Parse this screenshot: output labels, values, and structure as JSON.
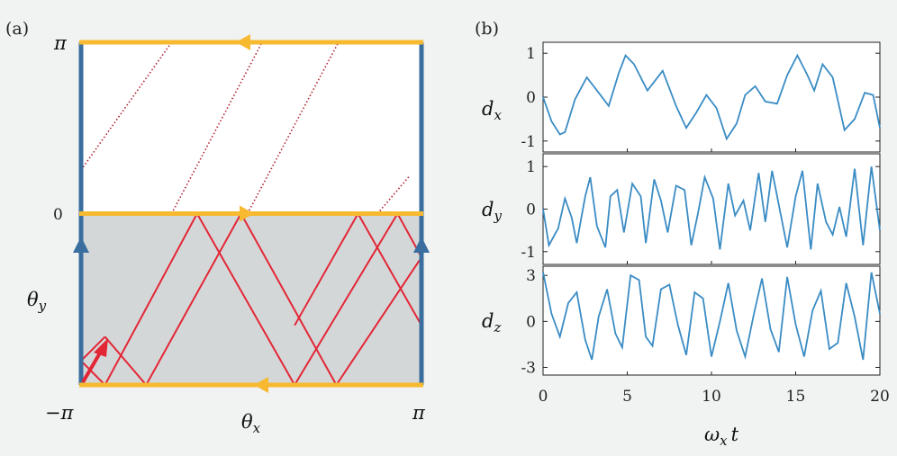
{
  "chart_data": [
    {
      "panel": "(a)",
      "type": "diagram",
      "xlabel": "θ",
      "xlabel_sub": "x",
      "ylabel": "θ",
      "ylabel_sub": "y",
      "x_ticks": [
        "−π",
        "π"
      ],
      "y_ticks": [
        "π",
        "0",
        "−π"
      ],
      "xlim": [
        -3.1416,
        3.1416
      ],
      "ylim": [
        -3.1416,
        3.1416
      ],
      "region_shaded": [
        -3.1416,
        0
      ],
      "colors": {
        "horizontal_boundary": "#f6b92f",
        "vertical_boundary": "#3a6e9e",
        "shaded_region": "#d4d7d8",
        "trajectory": "#e32636",
        "dotted_trajectory": "#b0202f",
        "background": "#ffffff"
      },
      "solid_segments": [
        [
          [
            -3.1416,
            -2.7
          ],
          [
            -2.7,
            -3.1416
          ]
        ],
        [
          [
            -3.1416,
            -2.7
          ],
          [
            -2.7,
            -2.2584
          ]
        ],
        [
          [
            -2.7,
            -3.1416
          ],
          [
            -1.0,
            0.0
          ]
        ],
        [
          [
            -2.7,
            -2.2584
          ],
          [
            -1.94,
            -3.1416
          ]
        ],
        [
          [
            -1.94,
            -3.1416
          ],
          [
            -0.19,
            0.0
          ]
        ],
        [
          [
            -1.0,
            0.0
          ],
          [
            0.8,
            -3.1416
          ]
        ],
        [
          [
            -0.19,
            0.0
          ],
          [
            1.57,
            -3.1416
          ]
        ],
        [
          [
            0.8,
            -3.1416
          ],
          [
            2.7,
            0.0
          ]
        ],
        [
          [
            1.57,
            -3.1416
          ],
          [
            3.1416,
            -0.8
          ]
        ],
        [
          [
            2.7,
            0.0
          ],
          [
            3.1416,
            -0.8
          ]
        ],
        [
          [
            1.97,
            0.0
          ],
          [
            3.1416,
            -2.05
          ]
        ],
        [
          [
            1.97,
            0.0
          ],
          [
            0.8,
            -2.05
          ]
        ]
      ],
      "dotted_segments": [
        [
          [
            -3.1416,
            0.8
          ],
          [
            -1.47,
            3.1416
          ]
        ],
        [
          [
            -1.47,
            0.0
          ],
          [
            0.2,
            3.1416
          ]
        ],
        [
          [
            -0.07,
            0.0
          ],
          [
            1.61,
            3.1416
          ]
        ],
        [
          [
            2.33,
            0.0
          ],
          [
            2.93,
            0.7
          ]
        ],
        [
          [
            1.61,
            3.1416
          ],
          [
            1.61,
            3.1416
          ]
        ]
      ],
      "arrows": {
        "top_edge": "left",
        "middle_edge": "right",
        "bottom_edge": "left",
        "left_edge": "up",
        "right_edge": "up",
        "trajectory_start": [
          [
            -3.1416,
            -3.1416
          ],
          [
            -2.65,
            -2.45
          ]
        ]
      }
    },
    {
      "panel": "(b)",
      "type": "line",
      "xlabel": "ω",
      "xlabel_sub": "x",
      "xlabel_suffix": "t",
      "xlim": [
        0,
        20
      ],
      "x_ticks": [
        0,
        5,
        10,
        15,
        20
      ],
      "line_color": "#3a8cc4",
      "subplots": [
        {
          "ylabel": "d",
          "ylabel_sub": "x",
          "ylim": [
            -1.25,
            1.25
          ],
          "y_ticks": [
            -1,
            0,
            1
          ],
          "x": [
            0,
            0.5,
            1.0,
            1.3,
            1.9,
            2.6,
            3.3,
            3.9,
            4.5,
            4.9,
            5.4,
            6.2,
            7.1,
            7.9,
            8.5,
            9.1,
            9.7,
            10.3,
            10.9,
            11.5,
            12.0,
            12.6,
            13.2,
            13.9,
            14.5,
            15.1,
            15.7,
            16.1,
            16.6,
            17.2,
            17.9,
            18.5,
            19.1,
            19.6,
            20.0
          ],
          "values": [
            0.0,
            -0.55,
            -0.85,
            -0.8,
            -0.05,
            0.45,
            0.1,
            -0.2,
            0.55,
            0.95,
            0.75,
            0.15,
            0.6,
            -0.2,
            -0.7,
            -0.35,
            0.05,
            -0.25,
            -0.95,
            -0.6,
            0.05,
            0.25,
            -0.1,
            -0.15,
            0.5,
            0.95,
            0.5,
            0.15,
            0.75,
            0.45,
            -0.75,
            -0.5,
            0.1,
            0.05,
            -0.7
          ]
        },
        {
          "ylabel": "d",
          "ylabel_sub": "y",
          "ylim": [
            -1.3,
            1.3
          ],
          "y_ticks": [
            -1,
            0,
            1
          ],
          "x": [
            0,
            0.35,
            0.9,
            1.3,
            1.7,
            2.0,
            2.5,
            2.8,
            3.2,
            3.7,
            4.0,
            4.4,
            4.8,
            5.3,
            5.8,
            6.1,
            6.6,
            7.0,
            7.4,
            7.9,
            8.4,
            8.8,
            9.2,
            9.6,
            10.1,
            10.5,
            11.0,
            11.4,
            11.9,
            12.3,
            12.8,
            13.2,
            13.6,
            14.0,
            14.5,
            15.0,
            15.4,
            15.9,
            16.3,
            16.8,
            17.2,
            17.6,
            18.0,
            18.5,
            19.0,
            19.5,
            20.0
          ],
          "values": [
            0.0,
            -0.85,
            -0.45,
            0.25,
            -0.2,
            -0.8,
            0.3,
            0.75,
            -0.4,
            -0.9,
            0.3,
            0.45,
            -0.55,
            0.6,
            0.3,
            -0.8,
            0.7,
            0.2,
            -0.55,
            0.55,
            0.45,
            -0.85,
            -0.1,
            0.75,
            0.25,
            -0.95,
            0.6,
            -0.15,
            0.2,
            -0.5,
            0.85,
            -0.3,
            0.9,
            0.1,
            -0.9,
            0.3,
            0.9,
            -0.95,
            0.6,
            -0.3,
            -0.6,
            0.05,
            -0.65,
            0.95,
            -0.85,
            1.0,
            -0.5
          ]
        },
        {
          "ylabel": "d",
          "ylabel_sub": "z",
          "ylim": [
            -3.5,
            3.6
          ],
          "y_ticks": [
            -3,
            0,
            3
          ],
          "x": [
            0,
            0.5,
            1.0,
            1.5,
            2.0,
            2.5,
            2.9,
            3.3,
            3.8,
            4.3,
            4.7,
            5.2,
            5.7,
            6.1,
            6.5,
            7.0,
            7.5,
            8.0,
            8.5,
            9.0,
            9.5,
            10.0,
            10.5,
            11.0,
            11.5,
            12.0,
            12.5,
            13.0,
            13.5,
            14.0,
            14.5,
            15.0,
            15.5,
            16.0,
            16.5,
            17.0,
            17.5,
            18.0,
            18.5,
            19.0,
            19.5,
            20.0
          ],
          "values": [
            3.2,
            0.5,
            -1.0,
            1.2,
            1.9,
            -1.2,
            -2.5,
            0.3,
            2.1,
            -0.8,
            -1.7,
            3.0,
            2.7,
            -1.0,
            -1.6,
            2.1,
            2.4,
            -0.2,
            -2.2,
            1.9,
            1.5,
            -2.3,
            0.0,
            2.5,
            -0.6,
            -2.3,
            0.4,
            2.8,
            -0.5,
            -2.0,
            2.9,
            -0.2,
            -2.3,
            0.7,
            2.0,
            -1.8,
            -1.4,
            2.5,
            0.3,
            -2.5,
            3.2,
            0.5
          ]
        }
      ]
    }
  ]
}
